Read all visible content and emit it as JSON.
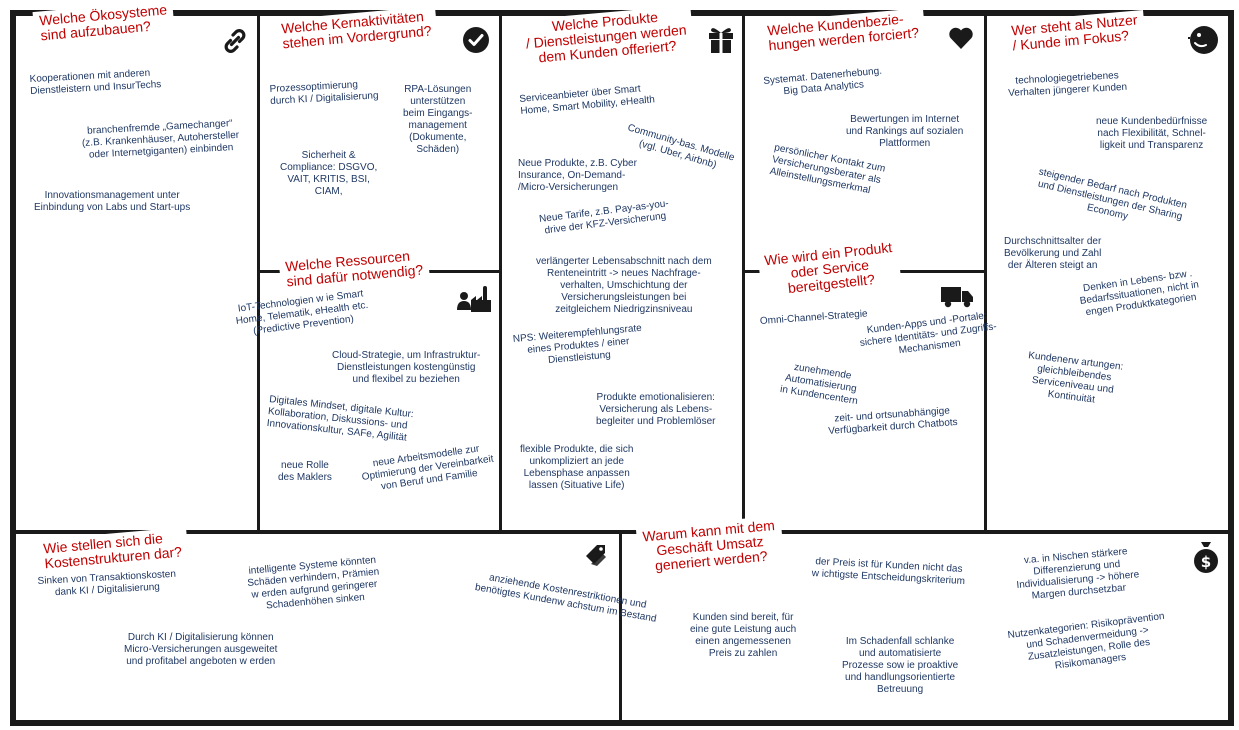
{
  "colors": {
    "border": "#1a1a1a",
    "title_red": "#c00000",
    "note_navy": "#1f3864"
  },
  "sections": {
    "partners": {
      "title": "Welche Ökosysteme\nsind aufzubauen?",
      "icon": "link-icon",
      "notes": [
        "Kooperationen mit anderen\nDienstleistern und InsurTechs",
        "branchenfremde „Gamechanger“\n(z.B. Krankenhäuser, Autohersteller\noder Internetgiganten) einbinden",
        "Innovationsmanagement  unter\nEinbindung  von Labs und Start-ups"
      ]
    },
    "activities": {
      "title": "Welche Kernaktivitäten\nstehen im Vordergrund?",
      "icon": "check-circle-icon",
      "notes": [
        "Prozessoptimierung\ndurch KI / Digitalisierung",
        "RPA-Lösungen\nunterstützen\nbeim Eingangs-\nmanagement\n(Dokumente,\nSchäden)",
        "Sicherheit &\nCompliance: DSGVO,\nVAIT, KRITIS,  BSI,\nCIAM,"
      ]
    },
    "resources": {
      "title": "Welche Ressourcen\nsind dafür notwendig?",
      "icon": "factory-worker-icon",
      "notes": [
        "IoT-Technologien  w ie Smart\nHome, Telematik,  eHealth etc.\n(Predictive Prevention)",
        "Cloud-Strategie, um Infrastruktur-\nDienstleistungen kostengünstig\nund flexibel zu beziehen",
        "Digitales Mindset, digitale Kultur:\nKollaboration, Diskussions- und\nInnovationskultur, SAFe, Agilität",
        "neue Rolle\ndes Maklers",
        "neue Arbeitsmodelle zur\nOptimierung der Vereinbarkeit\nvon Beruf und Familie"
      ]
    },
    "value": {
      "title": "Welche Produkte\n/ Dienstleistungen werden\ndem Kunden offeriert?",
      "icon": "gift-icon",
      "notes": [
        "Serviceanbieter über Smart\nHome, Smart Mobility, eHealth",
        "Community-bas. Modelle\n(vgl. Uber, Airbnb)",
        "Neue Produkte,  z.B. Cyber\nInsurance, On-Demand-\n/Micro-Versicherungen",
        "Neue Tarife, z.B. Pay-as-you-\ndrive der KFZ-Versicherung",
        "verlängerter Lebensabschnitt nach dem\nRenteneintritt -> neues Nachfrage-\nverhalten, Umschichtung der\nVersicherungsleistungen bei\nzeitgleichem Niedrigzinsniveau",
        "NPS:  Weiterempfehlungsrate\neines Produktes / einer\nDienstleistung",
        "Produkte emotionalisieren:\nVersicherung als Lebens-\nbegleiter und Problemlöser",
        "flexible Produkte, die sich\nunkompliziert an jede\nLebensphase anpassen\nlassen (Situative Life)"
      ]
    },
    "relationships": {
      "title": "Welche Kundenbezie-\nhungen werden forciert?",
      "icon": "heart-icon",
      "notes": [
        "Systemat. Datenerhebung.\nBig Data Analytics",
        "Bewertungen im Internet\nund Rankings  auf sozialen\nPlattformen",
        "persönlicher Kontakt zum\nVersicherungsberater als\nAlleinstellungsmerkmal"
      ]
    },
    "channels": {
      "title": "Wie wird  ein Produkt\noder Service\nbereitgestellt?",
      "icon": "truck-icon",
      "notes": [
        "Omni-Channel-Strategie",
        "Kunden-Apps und -Portale:\nsichere Identitäts- und Zugriffs-\nMechanismen",
        "zunehmende\nAutomatisierung\nin Kundencentern",
        "zeit- und ortsunabhängige\nVerfügbarkeit durch Chatbots"
      ]
    },
    "segments": {
      "title": "Wer steht als Nutzer\n/ Kunde im Fokus?",
      "icon": "smiley-icon",
      "notes": [
        "technologiegetriebenes\nVerhalten jüngerer Kunden",
        "neue Kundenbedürfnisse\nnach Flexibilität,  Schnel-\nligkeit und Transparenz",
        "steigender Bedarf nach Produkten\nund Dienstleistungen der Sharing\nEconomy",
        "Durchschnittsalter der\nBevölkerung und Zahl\nder Älteren steigt an",
        "Denken in Lebens- bzw .\nBedarfssituationen, nicht in\nengen Produktkategorien",
        "Kundenerw artungen:\ngleichbleibendes\nServiceniveau und\nKontinuität"
      ]
    },
    "costs": {
      "title": "Wie stellen sich die\nKostenstrukturen dar?",
      "icon": "price-tags-icon",
      "notes": [
        "Sinken  von Transaktionskosten\ndank KI / Digitalisierung",
        "intelligente  Systeme könnten\nSchäden verhindern, Prämien\nw erden aufgrund geringerer\nSchadenhöhen sinken",
        "Durch KI / Digitalisierung  können\nMicro-Versicherungen ausgeweitet\nund profitabel angeboten w erden",
        "anziehende Kostenrestriktionen und\nbenötigtes Kundenw achstum im Bestand"
      ]
    },
    "revenue": {
      "title": "Warum kann mit dem\nGeschäft Umsatz\ngeneriert werden?",
      "icon": "money-bag-icon",
      "notes": [
        "Kunden sind bereit,  für\neine gute Leistung auch\neinen angemessenen\nPreis zu zahlen",
        "der Preis  ist für Kunden nicht das\nw ichtigste Entscheidungskriterium",
        "Im Schadenfall schlanke\nund automatisierte\nProzesse sow ie proaktive\nund handlungsorientierte\nBetreuung",
        "v.a. in Nischen stärkere\nDifferenzierung und\nIndividualisierung -> höhere\nMargen durchsetzbar",
        "Nutzenkategorien: Risikoprävention\nund Schadenvermeidung ->\nZusatzleistungen, Rolle des\nRisikomanagers"
      ]
    }
  }
}
